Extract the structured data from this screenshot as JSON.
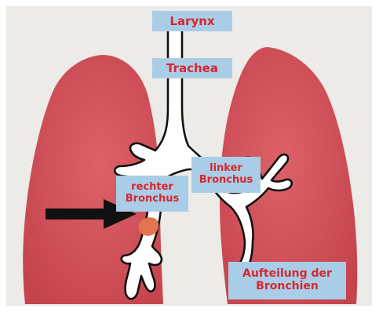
{
  "labels": {
    "larynx": "Larynx",
    "trachea": "Trachea",
    "left_bronchus_line1": "linker",
    "left_bronchus_line2": "Bronchus",
    "right_bronchus_line1": "rechter",
    "right_bronchus_line2": "Bronchus",
    "branching_line1": "Aufteilung der",
    "branching_line2": "Bronchien"
  },
  "colors": {
    "background": "#ecebe8",
    "lung": "#d2545c",
    "airway": "#ffffff",
    "outline": "#111111",
    "label_box": "#a9cde6",
    "label_text": "#d9262e",
    "marker": "#e2744f",
    "arrow": "#111111"
  },
  "icons": {
    "arrow": "right-arrow-icon"
  }
}
